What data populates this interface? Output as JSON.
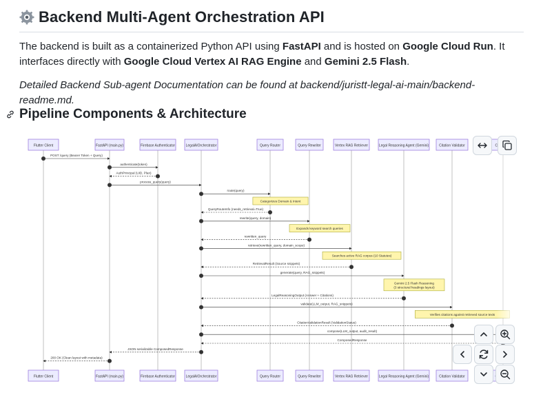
{
  "heading": {
    "title": "Backend Multi-Agent Orchestration API"
  },
  "intro": {
    "p1": "The backend is built as a containerized Python API using ",
    "p1_b1": "FastAPI",
    "p2": " and is hosted on ",
    "p2_b1": "Google Cloud Run",
    "p3": ". It interfaces directly with ",
    "p3_b1": "Google Cloud Vertex AI RAG Engine",
    "p4": " and ",
    "p4_b1": "Gemini 2.5 Flash",
    "p5": ".",
    "note": "Detailed Backend Sub-agent Documentation can be found at backend/juristt-legal-ai-main/backend-readme.md."
  },
  "section": {
    "title": "Pipeline Components & Architecture"
  },
  "diagram": {
    "actors": [
      "Flutter Client",
      "FastAPI (main.py)",
      "Firebase Authenticator",
      "LegalAIOrchestrator",
      "Query Router",
      "Query Rewriter",
      "Vertex RAG Retriever",
      "Legal Reasoning Agent (Gemini)",
      "Citation Validator",
      "Composer"
    ],
    "messages": [
      {
        "from": 0,
        "to": 1,
        "label": "POST /query (Bearer Token + Query)",
        "dashed": false
      },
      {
        "from": 1,
        "to": 2,
        "label": "authenticate(token)",
        "dashed": false
      },
      {
        "from": 2,
        "to": 1,
        "label": "AuthPrincipal (UID, Plan)",
        "dashed": true
      },
      {
        "from": 1,
        "to": 3,
        "label": "process_query(query)",
        "dashed": false
      },
      {
        "from": 3,
        "to": 4,
        "label": "route(query)",
        "dashed": false
      },
      {
        "note": 4,
        "label": "Categorizes Domain & Intent"
      },
      {
        "from": 4,
        "to": 3,
        "label": "QueryRouteInfo (needs_retrieval=True)",
        "dashed": true
      },
      {
        "from": 3,
        "to": 5,
        "label": "rewrite(query, domain)",
        "dashed": false
      },
      {
        "note": 5,
        "label": "Expands keyword search queries"
      },
      {
        "from": 5,
        "to": 3,
        "label": "rewritten_query",
        "dashed": true
      },
      {
        "from": 3,
        "to": 6,
        "label": "retrieve(rewritten_query, domain_scope)",
        "dashed": false
      },
      {
        "note": 6,
        "label": "Searches active RAG corpus (10 Statutes)"
      },
      {
        "from": 6,
        "to": 3,
        "label": "RetrievalResult (Source snippets)",
        "dashed": true
      },
      {
        "from": 3,
        "to": 7,
        "label": "generate(query, RAG_snippets)",
        "dashed": false
      },
      {
        "note": 7,
        "label": "Gemini 2.5 Flash Reasoning",
        "label2": "(3 structural headings layout)"
      },
      {
        "from": 7,
        "to": 3,
        "label": "LegalReasoningOutput (Answer + Citations)",
        "dashed": true
      },
      {
        "from": 3,
        "to": 8,
        "label": "validate(LLM_output, RAG_snippets)",
        "dashed": false
      },
      {
        "note": 8,
        "label": "Verifies citations against retrieved source texts"
      },
      {
        "from": 8,
        "to": 3,
        "label": "CitationValidationResult (ValidationStatus)",
        "dashed": true
      },
      {
        "from": 3,
        "to": 9,
        "label": "compose(LLM_output, audit_result)",
        "dashed": false
      },
      {
        "from": 9,
        "to": 3,
        "label": "ComposedResponse",
        "dashed": true
      },
      {
        "from": 3,
        "to": 1,
        "label": "JSON serializable ComposedResponse",
        "dashed": true
      },
      {
        "from": 1,
        "to": 0,
        "label": "200 OK (Clean layout with metadata)",
        "dashed": true
      }
    ]
  },
  "controls": {
    "expand": "expand-horizontal-icon",
    "copy": "copy-icon",
    "pan_up": "chevron-up-icon",
    "zoom_in": "zoom-in-icon",
    "pan_left": "chevron-left-icon",
    "reset": "reset-icon",
    "pan_right": "chevron-right-icon",
    "pan_down": "chevron-down-icon",
    "zoom_out": "zoom-out-icon"
  },
  "colors": {
    "actor_fill": "#ececff",
    "actor_stroke": "#9370db",
    "note_fill": "#fff5ad",
    "note_stroke": "#aaaa33"
  }
}
